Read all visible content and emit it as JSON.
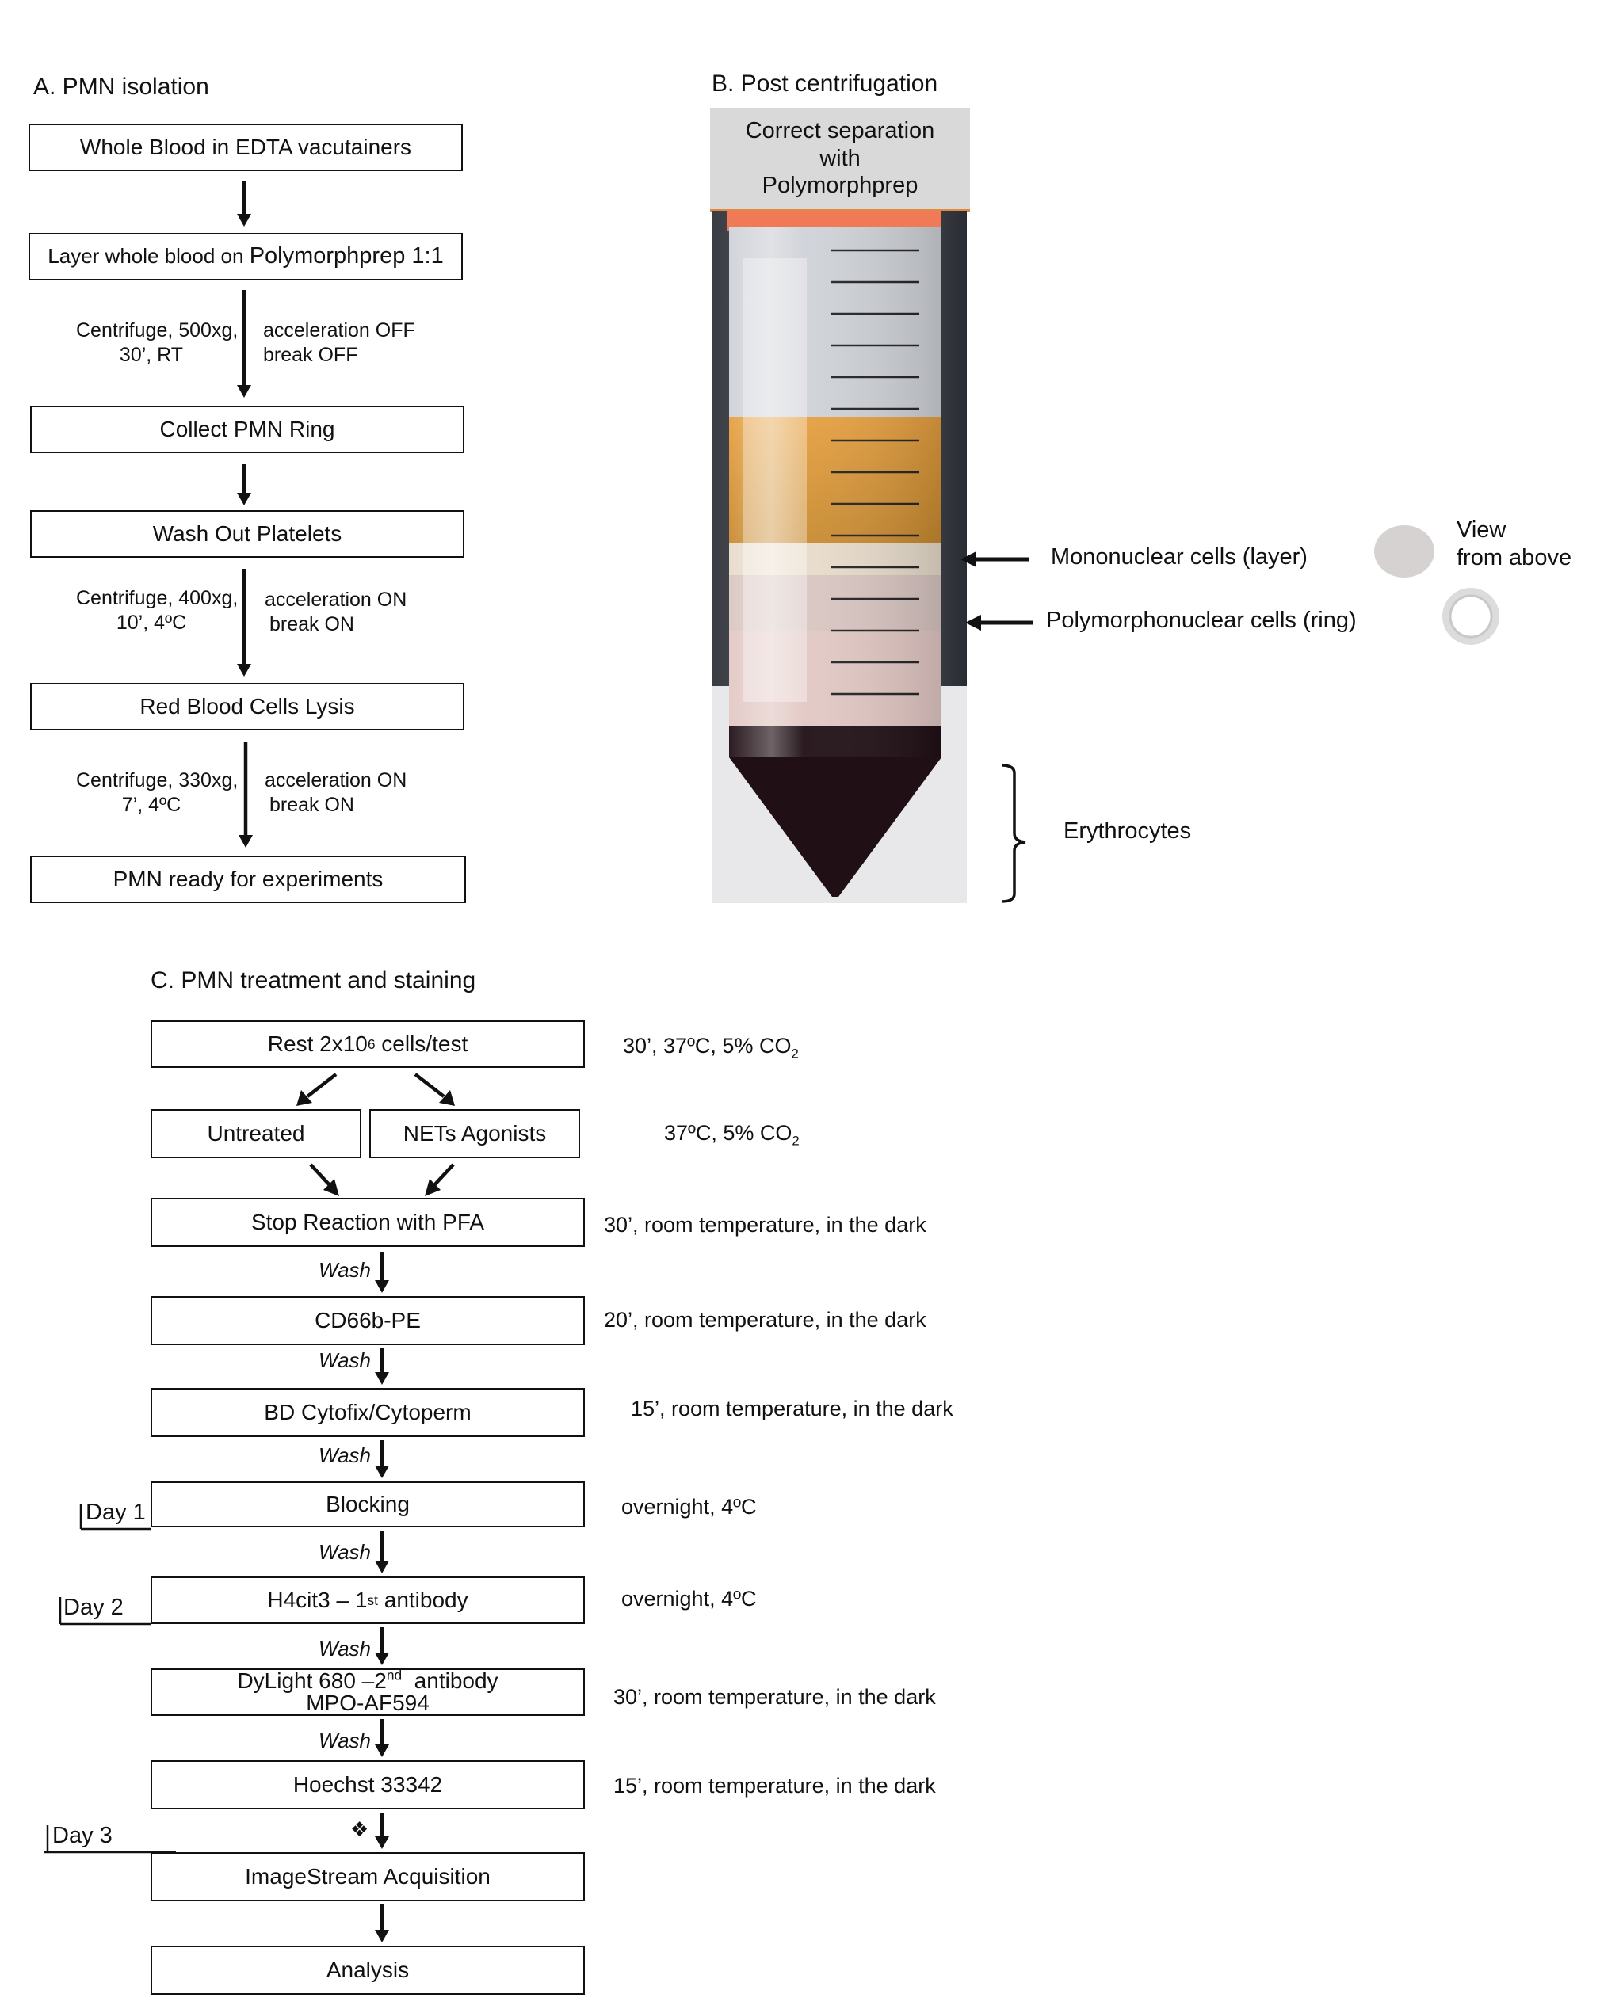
{
  "sectionA": {
    "title": "A. PMN isolation",
    "steps": [
      "Whole Blood  in EDTA vacutainers",
      "Collect PMN Ring",
      "Wash Out Platelets",
      "Red Blood Cells Lysis",
      "PMN ready for experiments"
    ],
    "layer_step": {
      "prefix": "Layer whole blood on ",
      "suffix": "Polymorphprep 1:1"
    },
    "spin1": {
      "left1": "Centrifuge, 500xg,",
      "left2": "30’, RT",
      "right1": "acceleration OFF",
      "right2": "break OFF"
    },
    "spin2": {
      "left1": "Centrifuge, 400xg,",
      "left2": "10’, 4ºC",
      "right1": "acceleration ON",
      "right2": "break ON"
    },
    "spin3": {
      "left1": "Centrifuge, 330xg,",
      "left2": "7’, 4ºC",
      "right1": "acceleration ON",
      "right2": "break ON"
    }
  },
  "sectionB": {
    "title": "B. Post centrifugation",
    "header": [
      "Correct separation",
      "with",
      "Polymorphprep"
    ],
    "labels": {
      "mononuclear": "Mononuclear cells (layer)",
      "polymorphonuclear": "Polymorphonuclear cells (ring)",
      "erythrocytes": "Erythrocytes",
      "view1": "View",
      "view2": "from above"
    },
    "colors": {
      "plasma": "#e0a646",
      "mono": "#ece4d6",
      "ring": "#d8c0c0",
      "rbc": "#201016",
      "cap": "#f07a55"
    }
  },
  "sectionC": {
    "title": "C. PMN treatment and staining",
    "rest": {
      "pre": "Rest 2x10",
      "sup": "6",
      "post": " cells/test"
    },
    "untreated": "Untreated",
    "agonists": "NETs Agonists",
    "stop": "Stop Reaction with PFA",
    "cd66b": "CD66b-PE",
    "cytofix": "BD Cytofix/Cytoperm",
    "blocking": "Blocking",
    "h4cit3": {
      "pre": "H4cit3 – 1",
      "sup": "st",
      "post": " antibody"
    },
    "dylight": {
      "pre": "DyLight 680 –2",
      "sup": "nd",
      "post": "  antibody"
    },
    "mpo": "MPO-AF594",
    "hoechst": "Hoechst 33342",
    "imagestream": "ImageStream Acquisition",
    "analysis": "Analysis",
    "wash": "Wash",
    "diamond": "❖",
    "days": [
      "Day 1",
      "Day 2",
      "Day 3"
    ],
    "conditions": {
      "rest": {
        "pre": "30’, 37ºC, 5% CO",
        "sub": "2"
      },
      "agonists": {
        "pre": "37ºC, 5% CO",
        "sub": "2"
      },
      "stop": "30’, room temperature, in the dark",
      "cd66b": "20’, room temperature, in the dark",
      "cytofix": "15’, room temperature, in the dark",
      "blocking": "overnight, 4ºC",
      "h4cit3": "overnight, 4ºC",
      "dylight": "30’, room temperature, in the dark",
      "hoechst": "15’, room temperature, in the dark"
    }
  }
}
